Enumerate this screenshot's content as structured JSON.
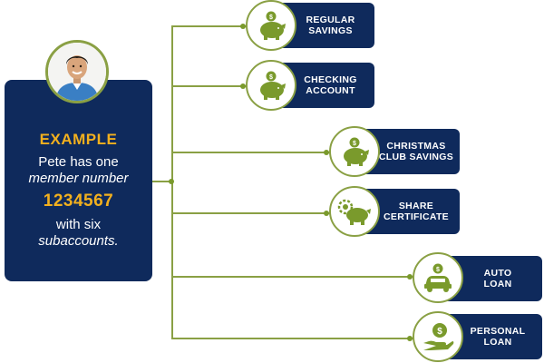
{
  "example_card": {
    "heading": "EXAMPLE",
    "line1": "Pete has one",
    "line2": "member number",
    "member_number": "1234567",
    "line3": "with six",
    "line4": "subaccounts."
  },
  "subaccounts": [
    {
      "label": "REGULAR\nSAVINGS",
      "icon": "piggy-bank-icon"
    },
    {
      "label": "CHECKING\nACCOUNT",
      "icon": "piggy-bank-icon"
    },
    {
      "label": "CHRISTMAS\nCLUB SAVINGS",
      "icon": "piggy-bank-icon"
    },
    {
      "label": "SHARE\nCERTIFICATE",
      "icon": "piggy-bank-gear-icon"
    },
    {
      "label": "AUTO\nLOAN",
      "icon": "car-coin-icon"
    },
    {
      "label": "PERSONAL\nLOAN",
      "icon": "hand-coin-icon"
    }
  ],
  "colors": {
    "navy": "#0f2a5c",
    "green": "#8aa044",
    "gold": "#f2b01e"
  }
}
